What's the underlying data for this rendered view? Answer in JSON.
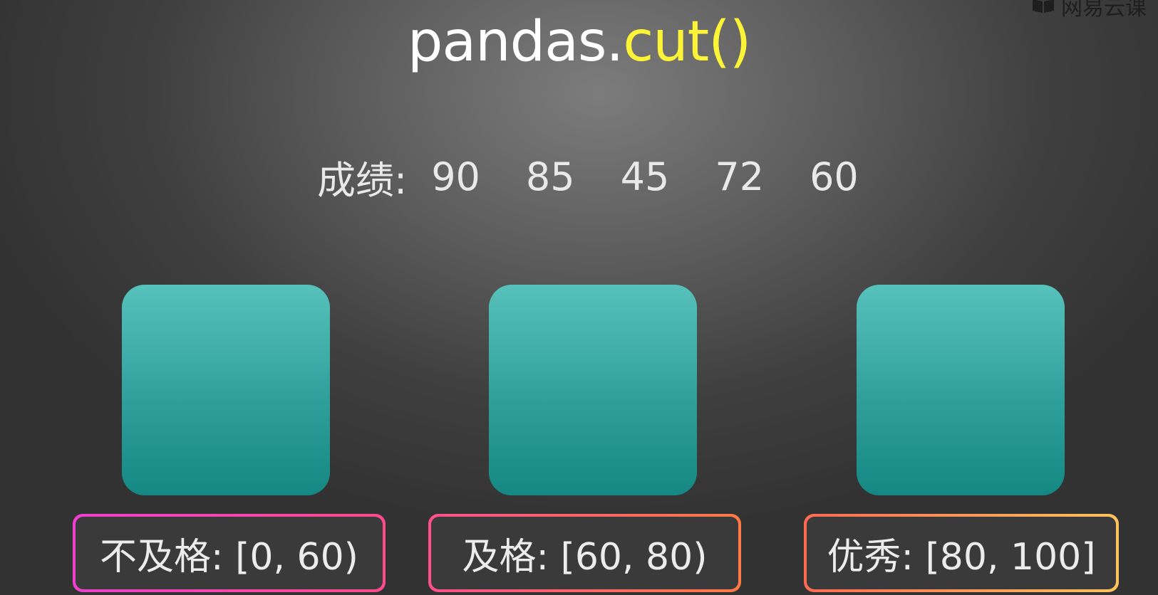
{
  "watermark": {
    "text": "网易云课"
  },
  "title": {
    "prefix": "pandas.",
    "function": "cut()"
  },
  "scores": {
    "label": "成绩:",
    "values": [
      "90",
      "85",
      "45",
      "72",
      "60"
    ]
  },
  "bins": [
    {
      "label": "不及格: [0, 60)"
    },
    {
      "label": "及格: [60, 80)"
    },
    {
      "label": "优秀: [80, 100]"
    }
  ],
  "colors": {
    "title": "#ffffff",
    "function": "#fdf437",
    "tile_top": "#57c1bb",
    "tile_bottom": "#158883",
    "box1_border": "#ee3fd0",
    "box2_border": "#ff6a52",
    "box3_border": "#ffc35c"
  }
}
